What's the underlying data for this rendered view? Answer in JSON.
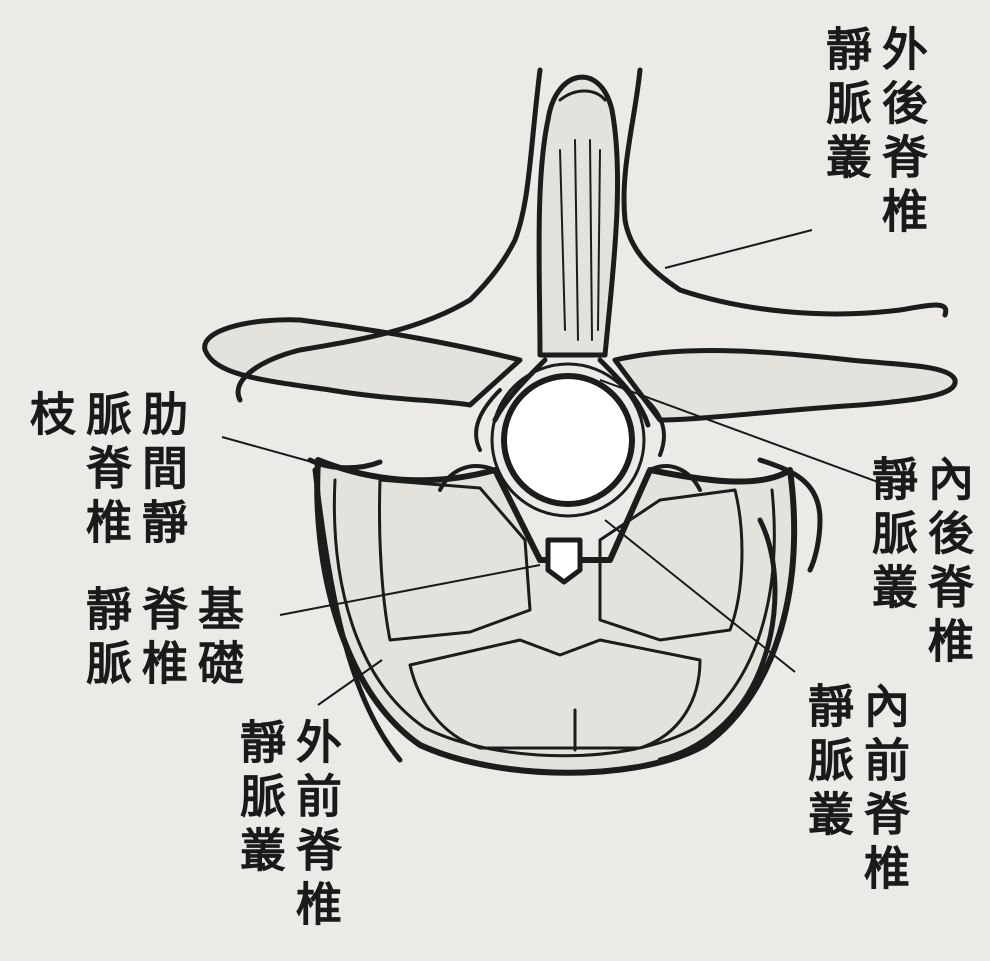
{
  "labels": {
    "ext_posterior": [
      "外後脊椎",
      "靜脈叢"
    ],
    "intercostal": [
      "肋間靜",
      "脈脊椎",
      "枝"
    ],
    "int_posterior": [
      "內後脊椎",
      "靜脈叢"
    ],
    "basivertebral": [
      "基礎",
      "脊椎",
      "靜脈"
    ],
    "int_anterior": [
      "內前脊椎",
      "靜脈叢"
    ],
    "ext_anterior": [
      "外前脊椎",
      "靜脈叢"
    ]
  }
}
